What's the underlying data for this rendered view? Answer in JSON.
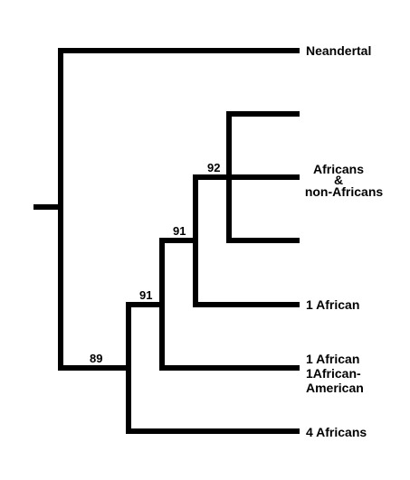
{
  "leaves": [
    {
      "id": "neandertal",
      "lines": [
        "Neandertal"
      ]
    },
    {
      "id": "africans-non-africans",
      "lines": [
        "Africans",
        "&",
        "non-Africans"
      ]
    },
    {
      "id": "one-african",
      "lines": [
        "1 African"
      ]
    },
    {
      "id": "african-african-american",
      "lines": [
        "1 African",
        "1African-",
        "American"
      ]
    },
    {
      "id": "four-africans",
      "lines": [
        "4 Africans"
      ]
    }
  ],
  "bootstrap_values": {
    "node_89": "89",
    "node_91_lower": "91",
    "node_91_upper": "91",
    "node_92": "92"
  },
  "colors": {
    "line": "#000000",
    "background": "#ffffff"
  }
}
